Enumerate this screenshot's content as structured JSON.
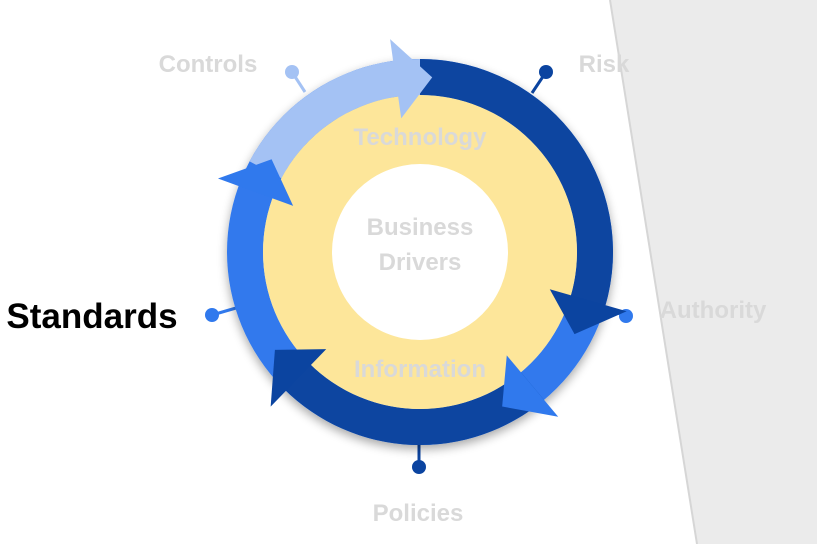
{
  "diagram": {
    "center_label_line1": "Business",
    "center_label_line2": "Drivers",
    "inner_labels": {
      "top": "Technology",
      "bottom": "Information"
    },
    "outer_labels": [
      {
        "id": "controls",
        "text": "Controls",
        "active": false
      },
      {
        "id": "risk",
        "text": "Risk",
        "active": false
      },
      {
        "id": "authority",
        "text": "Authority",
        "active": false
      },
      {
        "id": "policies",
        "text": "Policies",
        "active": false
      },
      {
        "id": "standards",
        "text": "Standards",
        "active": true
      }
    ]
  },
  "colors": {
    "light_blue": "#a4c2f4",
    "mid_blue": "#3079ed",
    "dark_blue": "#0b44a0",
    "yellow": "#fde69a",
    "inactive_text": "#d9d9d9",
    "active_text": "#000000",
    "panel_gray": "#ebebeb"
  }
}
